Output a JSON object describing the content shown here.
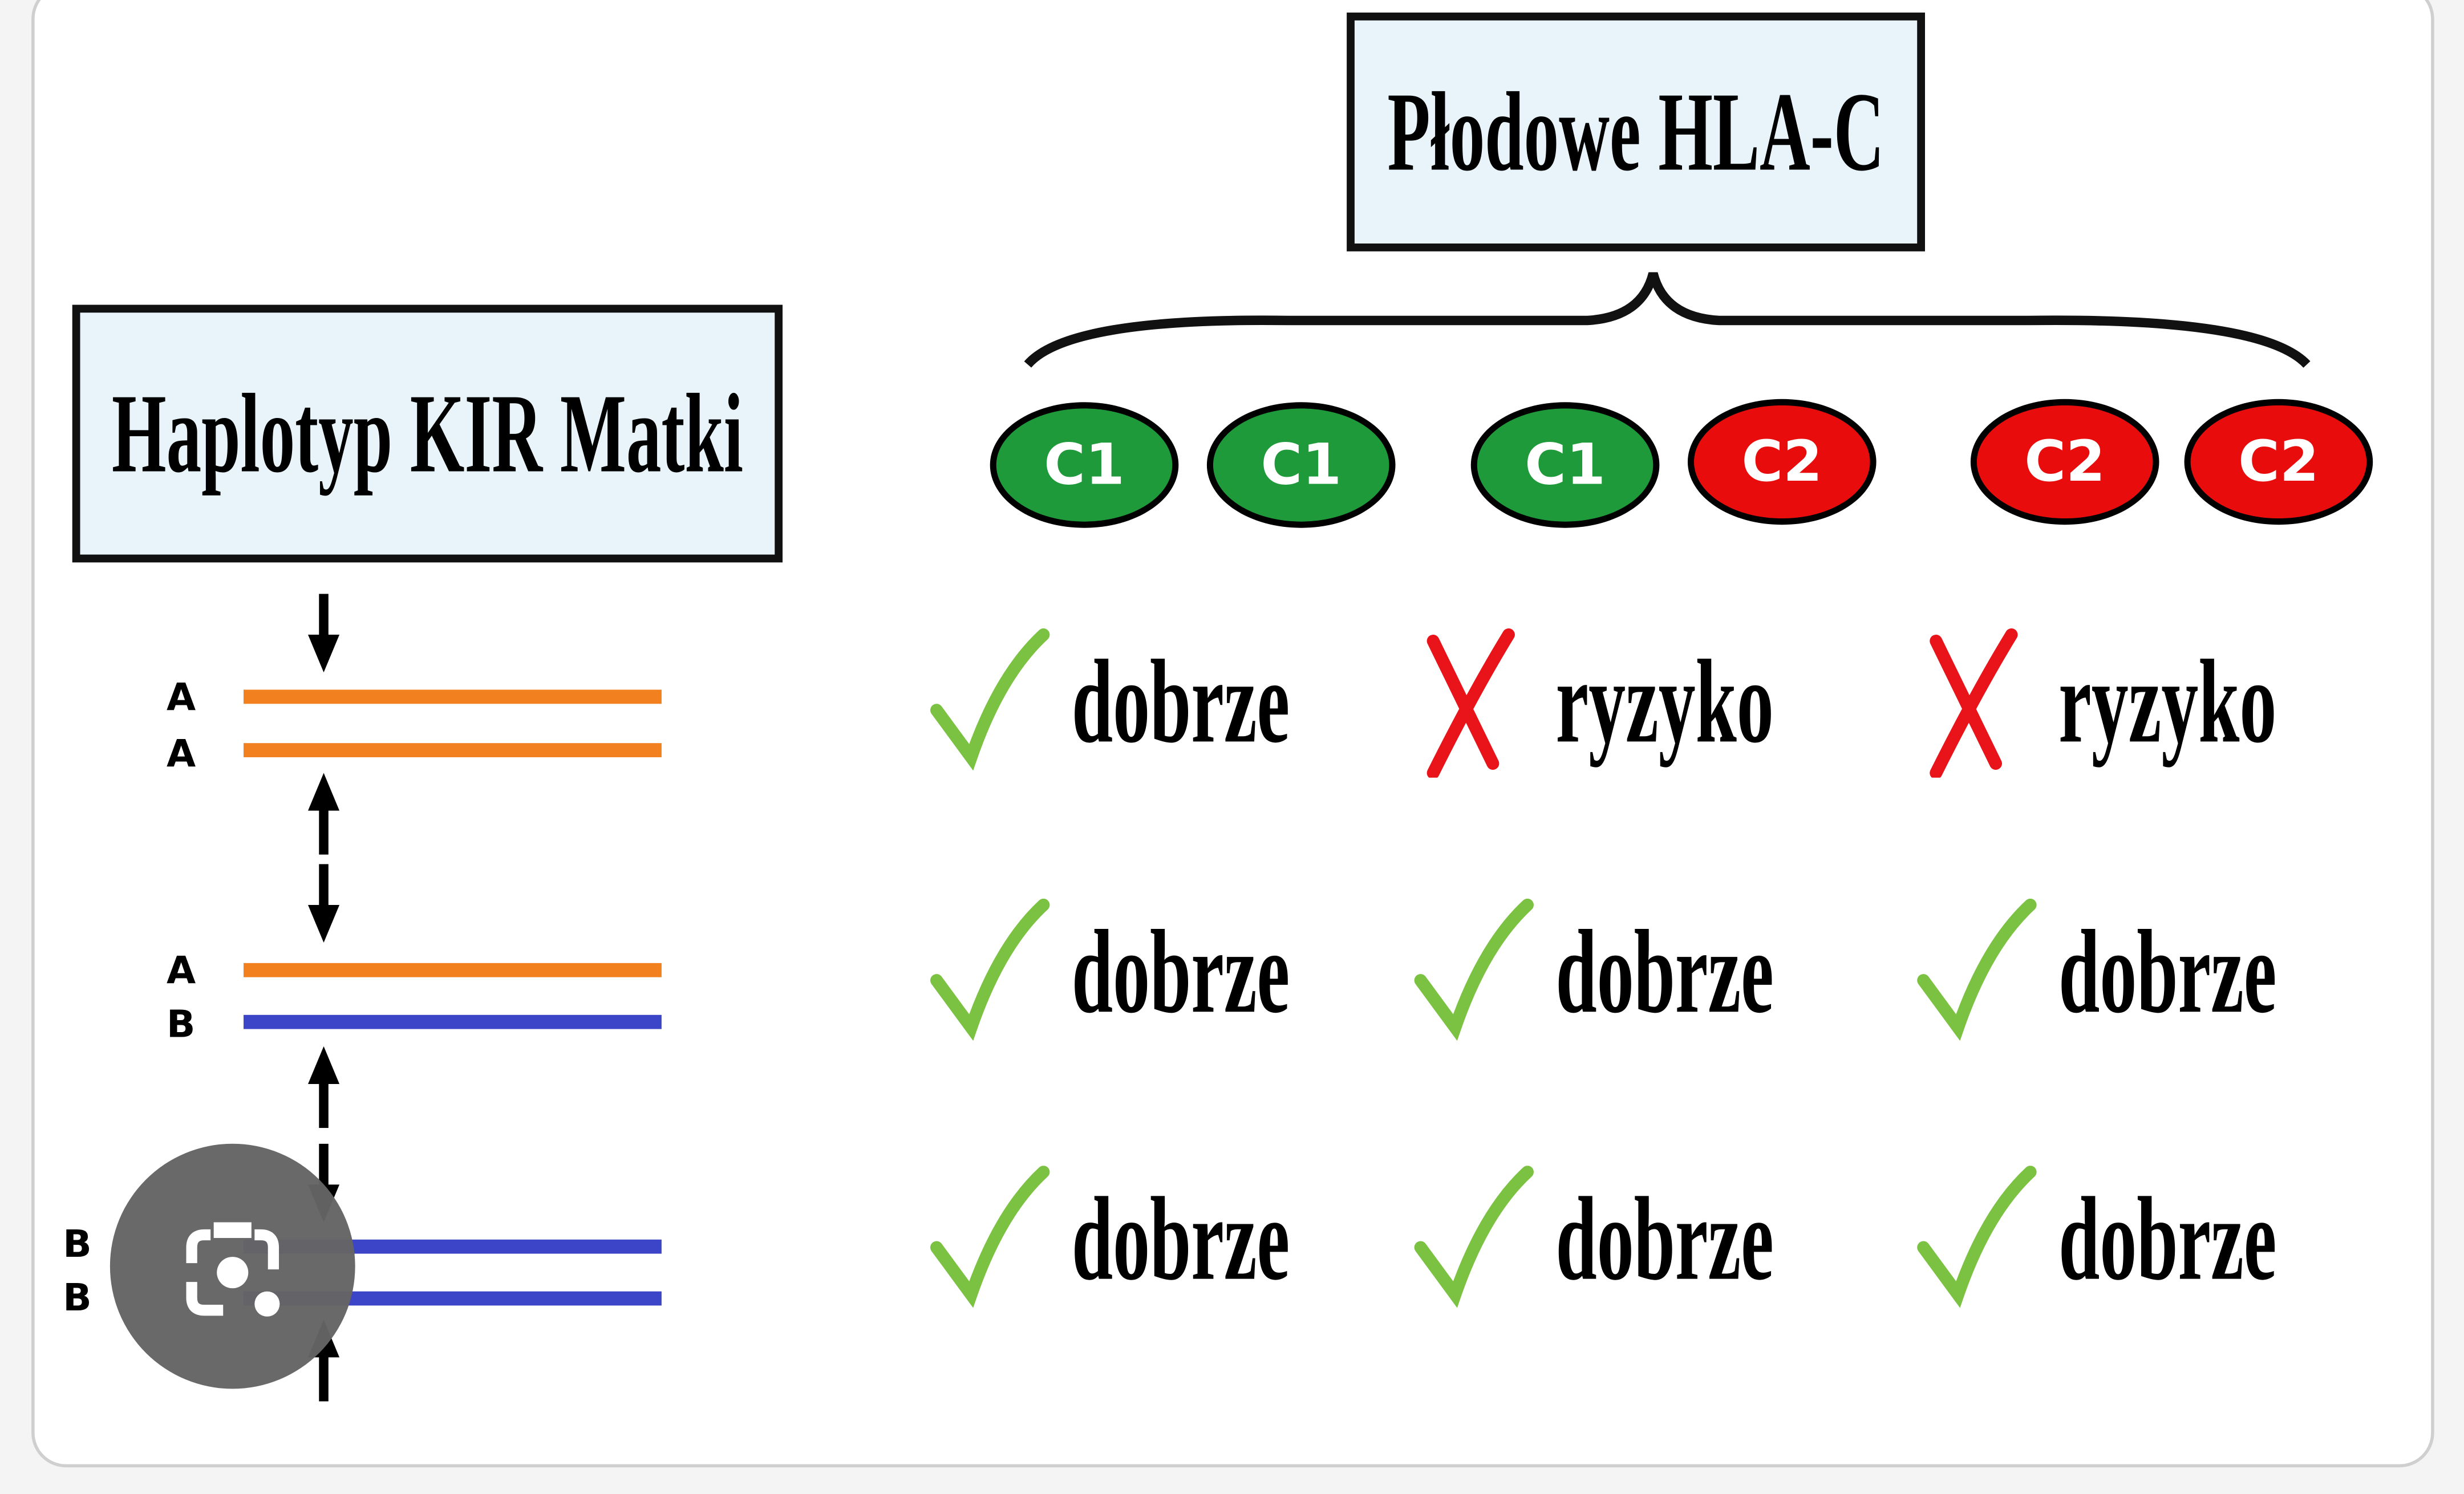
{
  "fetal_box": {
    "title": "Płodowe HLA-C"
  },
  "maternal_box": {
    "title": "Haplotyp KIR Matki"
  },
  "allele_groups": [
    [
      "C1",
      "C1"
    ],
    [
      "C1",
      "C2"
    ],
    [
      "C2",
      "C2"
    ]
  ],
  "haplotypes": [
    {
      "labels": [
        "A",
        "A"
      ]
    },
    {
      "labels": [
        "A",
        "B"
      ]
    },
    {
      "labels": [
        "B",
        "B"
      ]
    }
  ],
  "outcomes": [
    [
      {
        "icon": "check",
        "text": "dobrze"
      },
      {
        "icon": "cross",
        "text": "ryzyko"
      },
      {
        "icon": "cross",
        "text": "ryzyko"
      }
    ],
    [
      {
        "icon": "check",
        "text": "dobrze"
      },
      {
        "icon": "check",
        "text": "dobrze"
      },
      {
        "icon": "check",
        "text": "dobrze"
      }
    ],
    [
      {
        "icon": "check",
        "text": "dobrze"
      },
      {
        "icon": "check",
        "text": "dobrze"
      },
      {
        "icon": "check",
        "text": "dobrze"
      }
    ]
  ],
  "colors": {
    "C1": "#1f9a3a",
    "C2": "#e80c0c",
    "A": "#f2801f",
    "B": "#3c45c8",
    "check": "#7cc242",
    "cross": "#e8141a"
  }
}
